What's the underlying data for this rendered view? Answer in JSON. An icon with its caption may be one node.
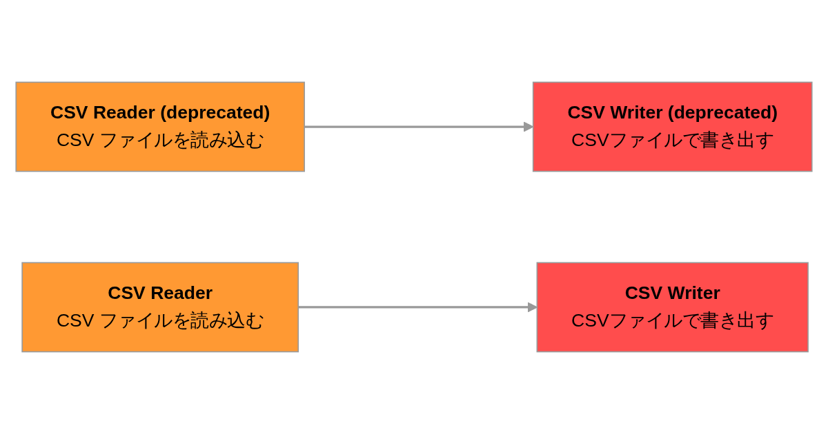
{
  "diagram": {
    "nodes": [
      {
        "text": [
          "CSV Reader (deprecated)",
          "CSV ファイルを読み込む"
        ]
      },
      {
        "text": [
          "CSV Writer (deprecated)",
          "CSVファイルで書き出す"
        ]
      },
      {
        "text": [
          "CSV Reader",
          "CSV ファイルを読み込む"
        ]
      },
      {
        "text": [
          "CSV Writer",
          "CSVファイルで書き出す"
        ]
      }
    ],
    "edges": [
      {
        "from": 0,
        "to": 1,
        "arrow": "to"
      },
      {
        "from": 2,
        "to": 3,
        "arrow": "to"
      }
    ]
  }
}
